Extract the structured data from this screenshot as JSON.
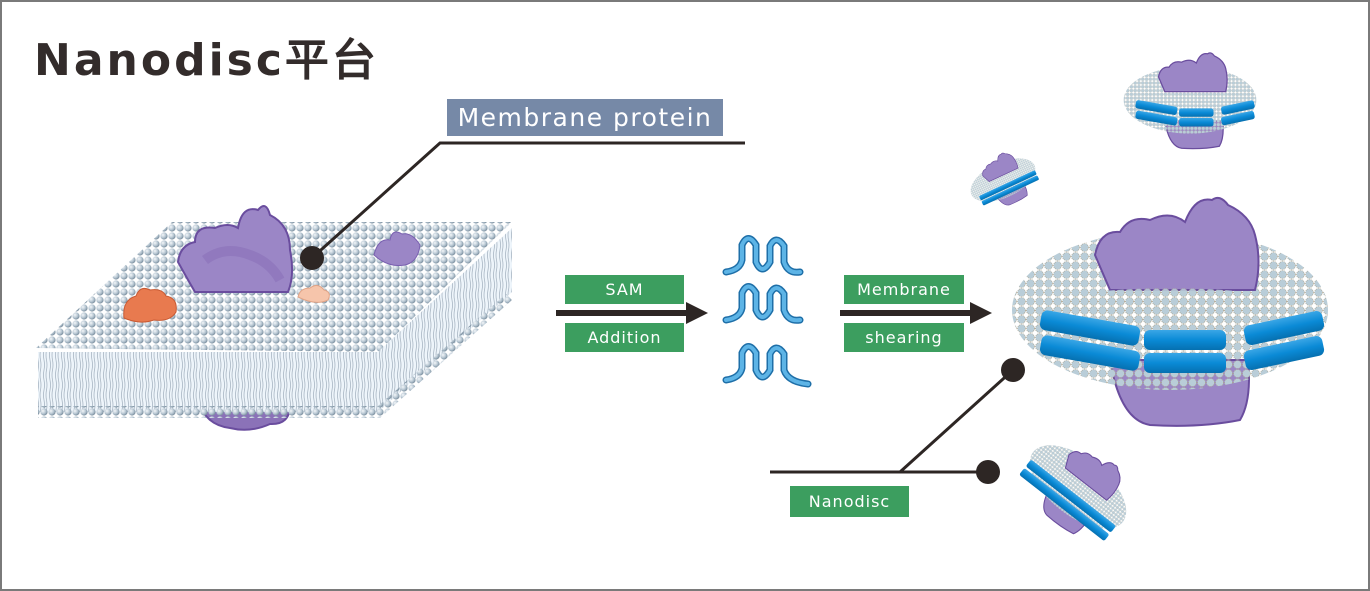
{
  "title": "Nanodisc平台",
  "labels": {
    "membrane_protein": "Membrane protein",
    "step1_top": "SAM",
    "step1_bottom": "Addition",
    "step2_top": "Membrane",
    "step2_bottom": "shearing",
    "nanodisc": "Nanodisc"
  },
  "colors": {
    "title_text": "#332c2b",
    "membrane_protein_label_bg": "#7689a7",
    "step_label_bg": "#3c9e5f",
    "arrow": "#2d2624",
    "protein_purple": "#9b86c6",
    "protein_outline": "#6a4d9e",
    "lipid_head": "#b7c6d2",
    "scaffold_blue": "#0a8ad6",
    "peptide_blue": "#3a9ad6",
    "orange_protein": "#e87a4f",
    "pink_protein": "#f6c5ab"
  },
  "figure": {
    "stages": [
      "Lipid bilayer with membrane proteins",
      "SAM polymer",
      "Nanodiscs"
    ],
    "pointer_markers": [
      "membrane-protein-pointer",
      "nanodisc-pointer-1",
      "nanodisc-pointer-2"
    ]
  }
}
